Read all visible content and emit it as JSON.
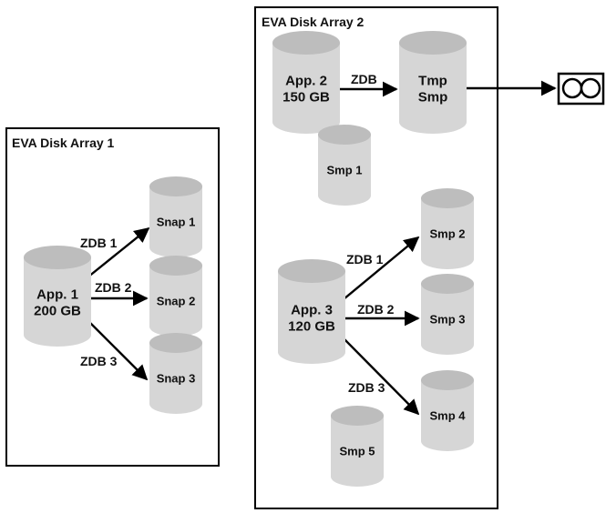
{
  "arrays": [
    {
      "title": "EVA Disk Array 1"
    },
    {
      "title": "EVA Disk Array 2"
    }
  ],
  "disks": {
    "app1": [
      "App. 1",
      "200 GB"
    ],
    "snap1": [
      "Snap 1"
    ],
    "snap2": [
      "Snap 2"
    ],
    "snap3": [
      "Snap 3"
    ],
    "app2": [
      "App. 2",
      "150 GB"
    ],
    "tmp": [
      "Tmp",
      "Smp"
    ],
    "smp1": [
      "Smp 1"
    ],
    "app3": [
      "App. 3",
      "120 GB"
    ],
    "smp2": [
      "Smp 2"
    ],
    "smp3": [
      "Smp 3"
    ],
    "smp4": [
      "Smp 4"
    ],
    "smp5": [
      "Smp 5"
    ]
  },
  "links": {
    "a1s1": "ZDB 1",
    "a1s2": "ZDB 2",
    "a1s3": "ZDB 3",
    "a2tmp": "ZDB",
    "a3s2": "ZDB 1",
    "a3s3": "ZDB 2",
    "a3s4": "ZDB 3"
  },
  "tape": {
    "icon": "tape-drive-icon"
  }
}
